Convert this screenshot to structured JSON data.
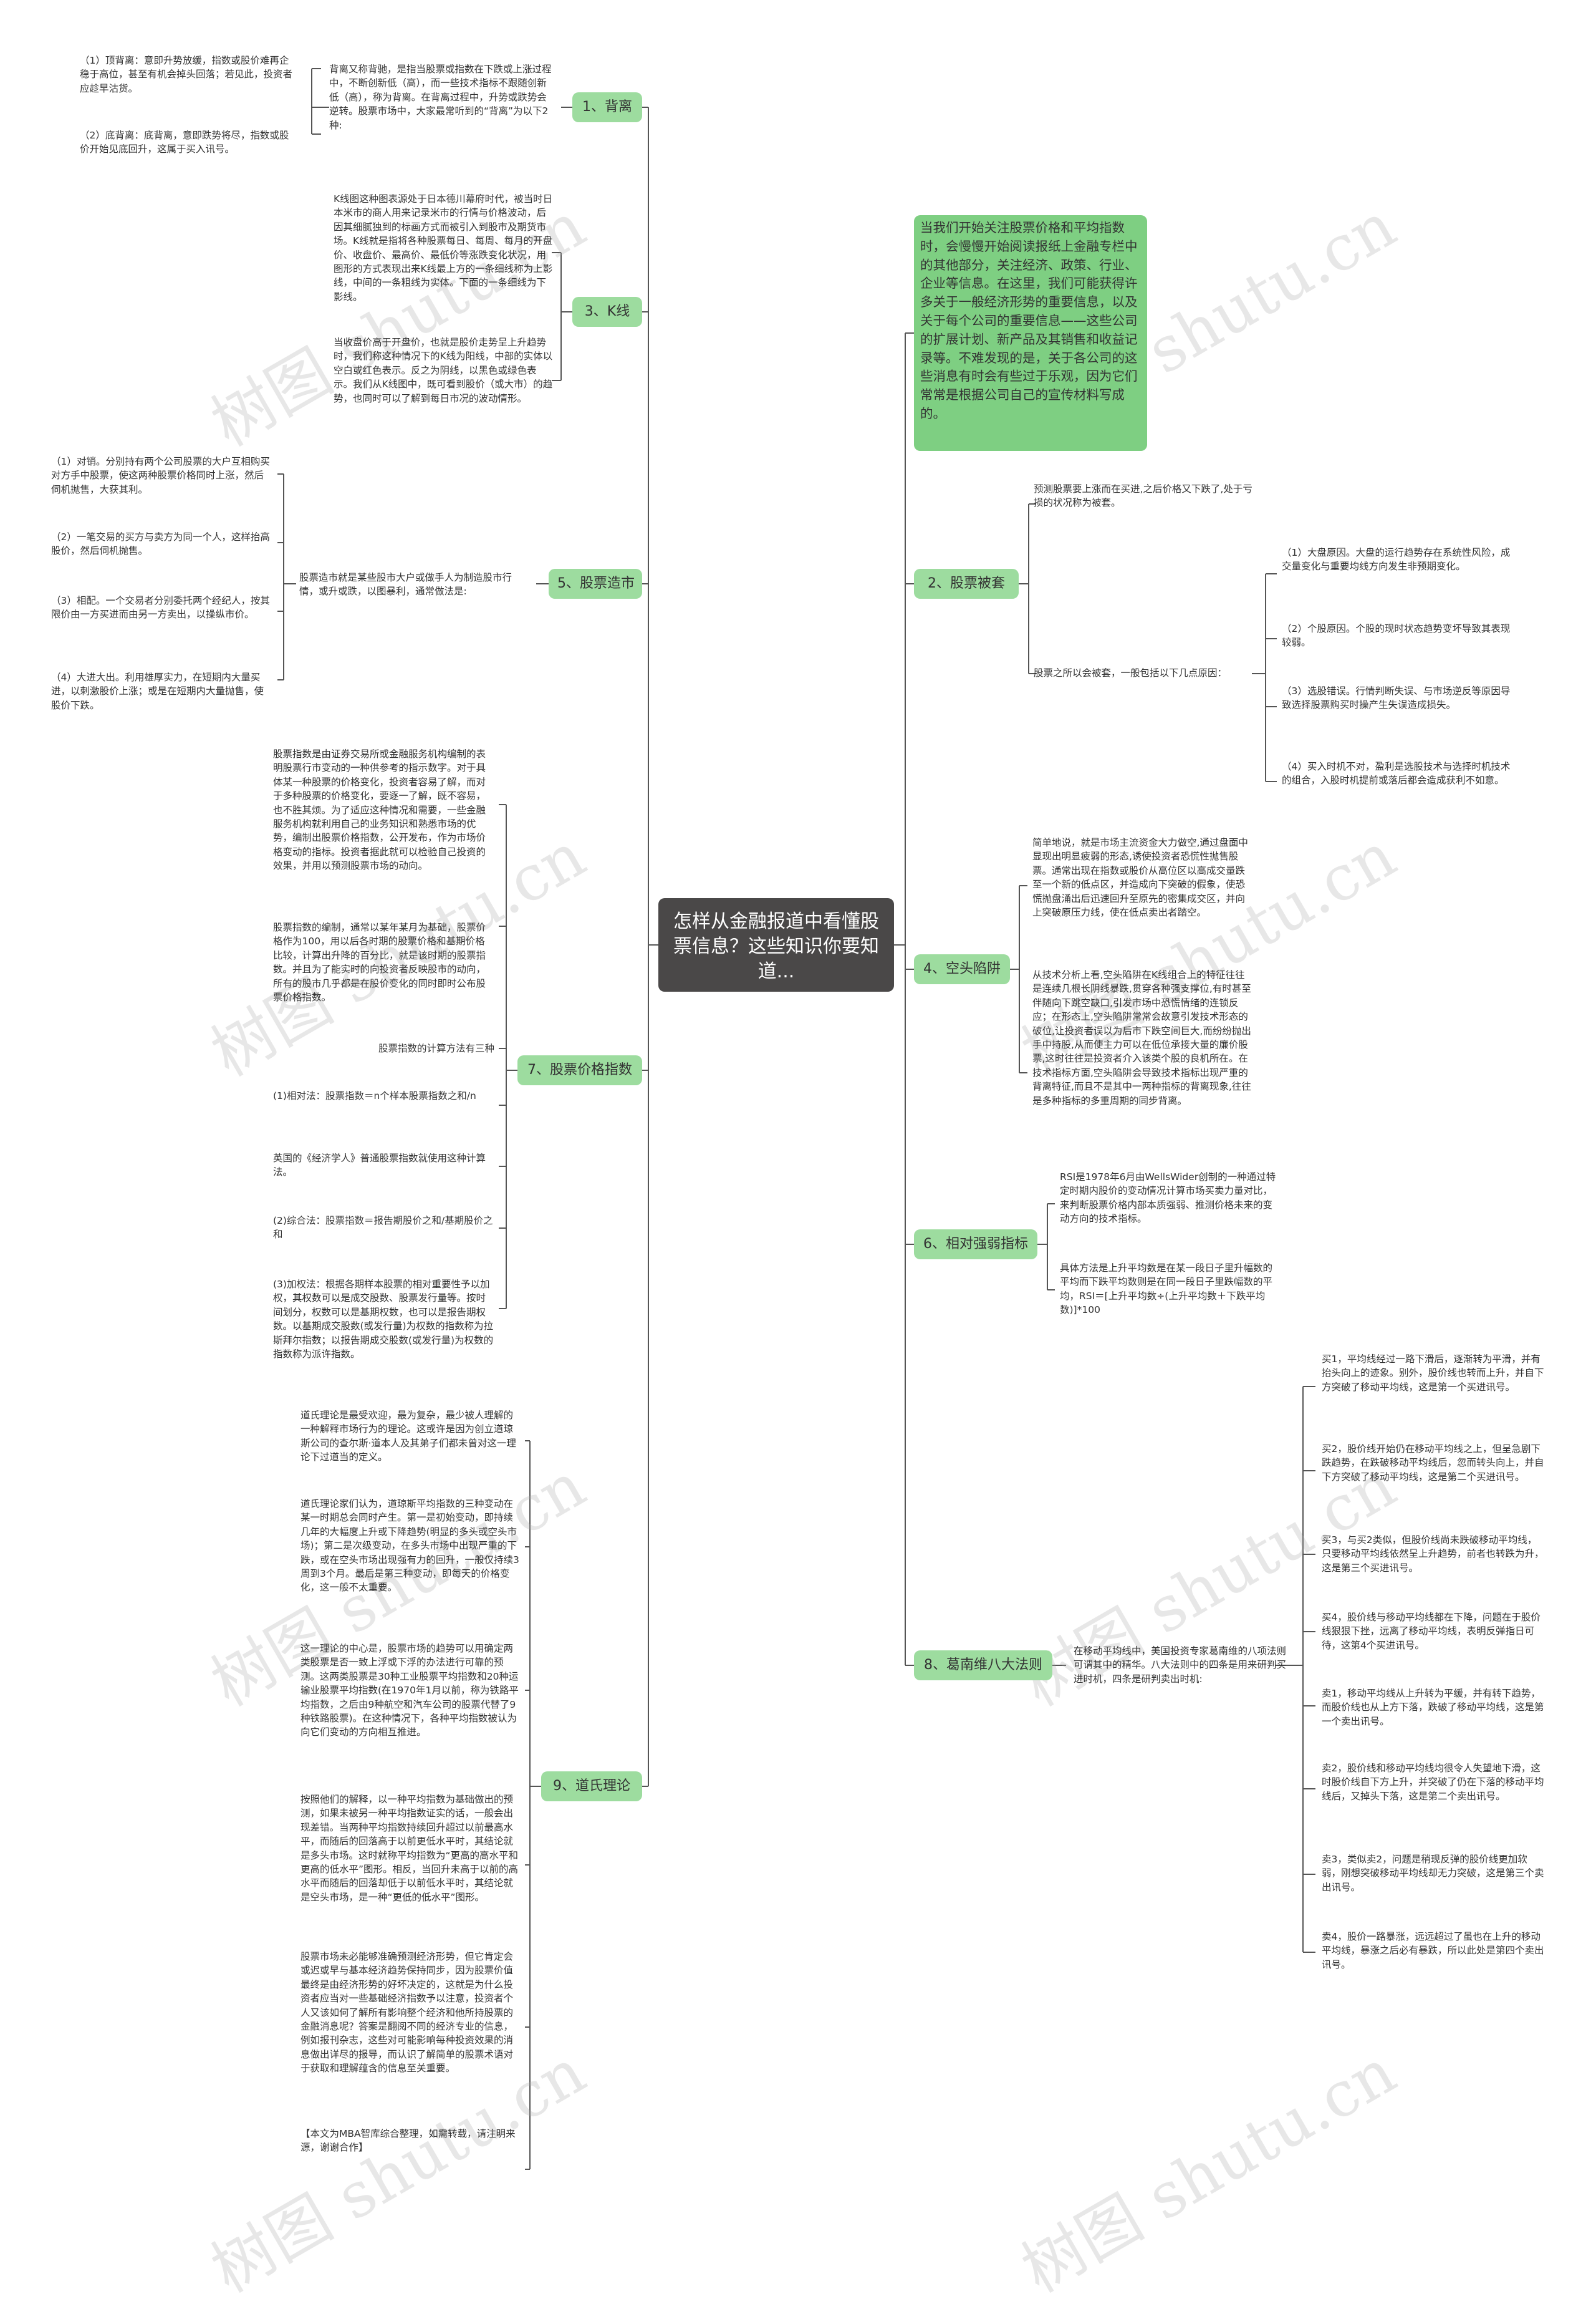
{
  "root": "怎样从金融报道中看懂股票信息？这些知识你要知道...",
  "intro": "当我们开始关注股票价格和平均指数时，会慢慢开始阅读报纸上金融专栏中的其他部分，关注经济、政策、行业、企业等信息。在这里，我们可能获得许多关于一般经济形势的重要信息，以及关于每个公司的重要信息——这些公司的扩展计划、新产品及其销售和收益记录等。不难发现的是，关于各公司的这些消息有时会有些过于乐观，因为它们常常是根据公司自己的宣传材料写成的。",
  "watermark": "树图 shutu.cn",
  "branches": {
    "b1": {
      "label": "1、背离",
      "desc": "背离又称背驰，是指当股票或指数在下跌或上涨过程中，不断创新低（高），而一些技术指标不跟随创新低（高），称为背离。在背离过程中，升势或跌势会逆转。股票市场中，大家最常听到的“背离”为以下2种:",
      "items": [
        "（1）顶背离：意即升势放缓，指数或股价难再企稳于高位，甚至有机会掉头回落；若见此，投资者应趁早沽货。",
        "（2）底背离：底背离，意即跌势将尽，指数或股价开始见底回升，这属于买入讯号。"
      ]
    },
    "b3": {
      "label": "3、K线",
      "items": [
        "K线图这种图表源处于日本德川幕府时代，被当时日本米市的商人用来记录米市的行情与价格波动，后因其细腻独到的标画方式而被引入到股市及期货市场。K线就是指将各种股票每日、每周、每月的开盘价、收盘价、最高价、最低价等涨跌变化状况，用图形的方式表现出来K线最上方的一条细线称为上影线，中间的一条粗线为实体。下面的一条细线为下影线。",
        "当收盘价高于开盘价，也就是股价走势呈上升趋势时，我们称这种情况下的K线为阳线，中部的实体以空白或红色表示。反之为阴线，以黑色或绿色表示。我们从K线图中，既可看到股价（或大市）的趋势，也同时可以了解到每日市况的波动情形。"
      ]
    },
    "b5": {
      "label": "5、股票造市",
      "desc": "股票造市就是某些股市大户或做手人为制造股市行情，或升或跌，以图暴利，通常做法是:",
      "items": [
        "（1）对销。分别持有两个公司股票的大户互相购买对方手中股票，使这两种股票价格同时上涨，然后伺机抛售，大获其利。",
        "（2）一笔交易的买方与卖方为同一个人，这样抬高股价，然后伺机抛售。",
        "（3）相配。一个交易者分别委托两个经纪人，按其限价由一方买进而由另一方卖出，以操纵市价。",
        "（4）大进大出。利用雄厚实力，在短期内大量买进，以刺激股价上涨；或是在短期内大量抛售，使股价下跌。"
      ]
    },
    "b7": {
      "label": "7、股票价格指数",
      "items": [
        "股票指数是由证券交易所或金融服务机构编制的表明股票行市变动的一种供参考的指示数字。对于具体某一种股票的价格变化，投资者容易了解，而对于多种股票的价格变化，要逐一了解，既不容易，也不胜其烦。为了适应这种情况和需要，一些金融服务机构就利用自己的业务知识和熟悉市场的优势，编制出股票价格指数，公开发布，作为市场价格变动的指标。投资者据此就可以检验自己投资的效果，并用以预测股票市场的动向。",
        "股票指数的编制，通常以某年某月为基础，股票价格作为100，用以后各时期的股票价格和基期价格比较，计算出升降的百分比，就是该时期的股票指数。并且为了能实时的向投资者反映股市的动向，所有的股市几乎都是在股价变化的同时即时公布股票价格指数。",
        "股票指数的计算方法有三种",
        "(1)相对法：股票指数＝n个样本股票指数之和/n",
        "英国的《经济学人》普通股票指数就使用这种计算法。",
        "(2)综合法：股票指数＝报告期股价之和/基期股价之和",
        "(3)加权法：根据各期样本股票的相对重要性予以加权，其权数可以是成交股数、股票发行量等。按时间划分，权数可以是基期权数，也可以是报告期权数。以基期成交股数(或发行量)为权数的指数称为拉斯拜尔指数；以报告期成交股数(或发行量)为权数的指数称为派许指数。"
      ]
    },
    "b9": {
      "label": "9、道氏理论",
      "items": [
        "道氏理论是最受欢迎，最为复杂，最少被人理解的一种解释市场行为的理论。这或许是因为创立道琼斯公司的查尔斯·道本人及其弟子们都未曾对这一理论下过道当的定义。",
        "道氏理论家们认为，道琼斯平均指数的三种变动在某一时期总会同时产生。第一是初始变动，即持续几年的大幅度上升或下降趋势(明显的多头或空头市场)；第二是次级变动，在多头市场中出现严重的下跌，或在空头市场出现强有力的回升，一般仅持续3周到3个月。最后是第三种变动，即每天的价格变化，这一般不太重要。",
        "这一理论的中心是，股票市场的趋势可以用确定两类股票是否一致上浮或下浮的办法进行可靠的预测。这两类股票是30种工业股票平均指数和20种运输业股票平均指数(在1970年1月以前，称为铁路平均指数，之后由9种航空和汽车公司的股票代替了9种铁路股票)。在这种情况下，各种平均指数被认为向它们变动的方向相互推进。",
        "按照他们的解释，以一种平均指数为基础做出的预测，如果未被另一种平均指数证实的话，一般会出现差错。当两种平均指数持续回升超过以前最高水平，而随后的回落高于以前更低水平时，其结论就是多头市场。这时就称平均指数为“更高的高水平和更高的低水平”图形。相反，当回升未高于以前的高水平而随后的回落却低于以前低水平时，其结论就是空头市场，是一种“更低的低水平”图形。",
        "股票市场未必能够准确预测经济形势，但它肯定会或迟或早与基本经济趋势保持同步，因为股票价值最终是由经济形势的好坏决定的，这就是为什么投资者应当对一些基础经济指数予以注意，投资者个人又该如何了解所有影响整个经济和他所持股票的金融消息呢？答案是翻阅不同的经济专业的信息，例如报刊杂志，这些对可能影响每种投资效果的消息做出详尽的报导，而认识了解简单的股票术语对于获取和理解蕴含的信息至关重要。",
        "【本文为MBA智库综合整理，如需转载，请注明来源，谢谢合作】"
      ]
    },
    "b2": {
      "label": "2、股票被套",
      "desc1": "预测股票要上涨而在买进,之后价格又下跌了,处于亏损的状况称为被套。",
      "desc2": "股票之所以会被套，一般包括以下几点原因：",
      "items": [
        "（1）大盘原因。大盘的运行趋势存在系统性风险，成交量变化与重要均线方向发生非预期变化。",
        "（2）个股原因。个股的现时状态趋势变坏导致其表现较弱。",
        "（3）选股错误。行情判断失误、与市场逆反等原因导致选择股票购买时操产生失误造成损失。",
        "（4）买入时机不对，盈利是选股技术与选择时机技术的组合，入股时机提前或落后都会造成获利不如意。"
      ]
    },
    "b4": {
      "label": "4、空头陷阱",
      "items": [
        "简单地说，就是市场主流资金大力做空,通过盘面中显现出明显疲弱的形态,诱使投资者恐慌性抛售股票。通常出现在指数或股价从高位区以高成交量跌至一个新的低点区，并造成向下突破的假象，使恐慌抛盘涌出后迅速回升至原先的密集成交区，并向上突破原压力线，使在低点卖出者踏空。",
        "从技术分析上看,空头陷阱在K线组合上的特征往往是连续几根长阴线暴跌,贯穿各种强支撑位,有时甚至伴随向下跳空缺口,引发市场中恐慌情绪的连锁反应；在形态上,空头陷阱常常会故意引发技术形态的破位,让投资者误以为后市下跌空间巨大,而纷纷抛出手中持股,从而使主力可以在低位承接大量的廉价股票,这时往往是投资者介入该类个股的良机所在。在技术指标方面,空头陷阱会导致技术指标出现严重的背离特征,而且不是其中一两种指标的背离现象,往往是多种指标的多重周期的同步背离。"
      ]
    },
    "b6": {
      "label": "6、相对强弱指标",
      "items": [
        "RSI是1978年6月由WellsWider创制的一种通过特定时期内股价的变动情况计算市场买卖力量对比，来判断股票价格内部本质强弱、推测价格未来的变动方向的技术指标。",
        "具体方法是上升平均数是在某一段日子里升幅数的平均而下跌平均数则是在同一段日子里跌幅数的平均，RSI＝[上升平均数÷(上升平均数＋下跌平均数)]*100"
      ]
    },
    "b8": {
      "label": "8、葛南维八大法则",
      "desc": "在移动平均线中，美国投资专家葛南维的八项法则可谓其中的精华。八大法则中的四条是用来研判买进时机，四条是研判卖出时机:",
      "items": [
        "买1，平均线经过一路下滑后，逐渐转为平滑，并有抬头向上的迹象。别外，股价线也转而上升，并自下方突破了移动平均线，这是第一个买进讯号。",
        "买2，股价线开始仍在移动平均线之上，但呈急剧下跌趋势，在跌破移动平均线后，忽而转头向上，并自下方突破了移动平均线，这是第二个买进讯号。",
        "买3，与买2类似，但股价线尚未跌破移动平均线，只要移动平均线依然呈上升趋势，前者也转跌为升，这是第三个买进讯号。",
        "买4，股价线与移动平均线都在下降，问题在于股价线狠狠下挫，远离了移动平均线，表明反弹指日可待，这第4个买进讯号。",
        "卖1，移动平均线从上升转为平缓，并有转下趋势，而股价线也从上方下落，跌破了移动平均线，这是第一个卖出讯号。",
        "卖2，股价线和移动平均线均很令人失望地下滑，这时股价线自下方上升，并突破了仍在下落的移动平均线后，又掉头下落，这是第二个卖出讯号。",
        "卖3，类似卖2，问题是稍现反弹的股价线更加软弱，刚想突破移动平均线却无力突破，这是第三个卖出讯号。",
        "卖4，股价一路暴涨，远远超过了虽也在上升的移动平均线，暴涨之后必有暴跌，所以此处是第四个卖出讯号。"
      ]
    }
  },
  "colors": {
    "root_bg": "#4a4848",
    "branch_bg": "#9ddc9f",
    "intro_bg": "#7ecf82",
    "line": "#555555"
  }
}
